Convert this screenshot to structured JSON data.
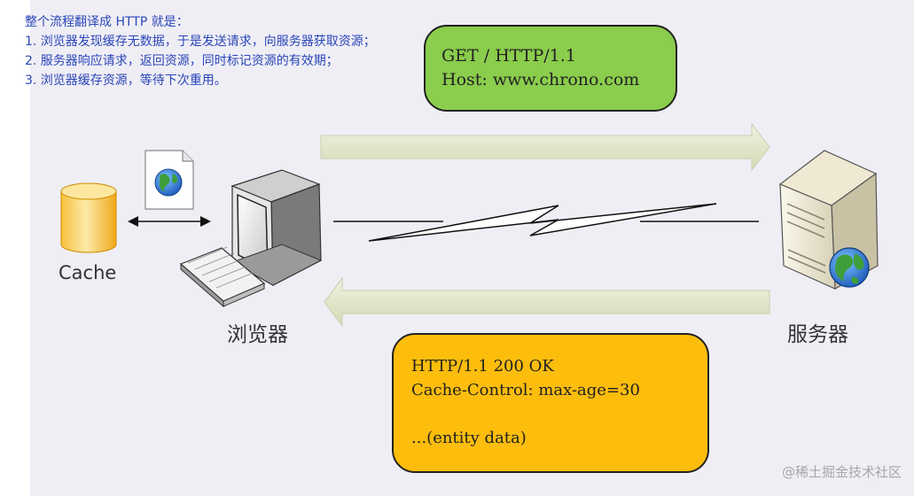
{
  "notes": [
    "整个流程翻译成 HTTP 就是：",
    "1. 浏览器发现缓存无数据，于是发送请求，向服务器获取资源；",
    "2. 服务器响应请求，返回资源，同时标记资源的有效期；",
    "3. 浏览器缓存资源，等待下次重用。"
  ],
  "request": {
    "line1": "GET / HTTP/1.1",
    "line2": "Host: www.chrono.com"
  },
  "response": {
    "line1": "HTTP/1.1 200 OK",
    "line2": "Cache-Control: max-age=30",
    "line3": "",
    "line4": "...(entity data)"
  },
  "labels": {
    "cache": "Cache",
    "browser": "浏览器",
    "server": "服务器"
  },
  "watermark": "@稀土掘金技术社区",
  "colors": {
    "background": "#efeef5",
    "notes_text": "#2b46b8",
    "request_bubble": "#8bcd4c",
    "response_bubble": "#fdbd0c",
    "arrow_fill": "#dfe5c9"
  },
  "icons": [
    "cache-cylinder-icon",
    "document-globe-icon",
    "computer-icon",
    "keyboard-icon",
    "server-icon",
    "globe-icon",
    "lightning-link-icon"
  ]
}
